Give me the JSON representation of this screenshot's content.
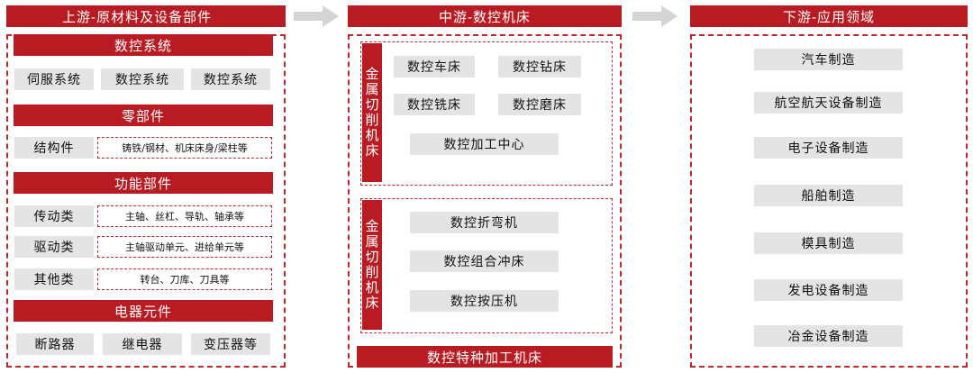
{
  "upstream": {
    "title": "上游-原材料及设备部件",
    "cnc_system": {
      "title": "数控系统",
      "items": [
        "伺服系统",
        "数控系统",
        "数控系统"
      ]
    },
    "parts": {
      "title": "零部件",
      "rows": [
        {
          "label": "结构件",
          "detail": "铸铁/钢材、机床床身/梁柱等"
        }
      ]
    },
    "functional_parts": {
      "title": "功能部件",
      "rows": [
        {
          "label": "传动类",
          "detail": "主轴、丝杠、导轨、轴承等"
        },
        {
          "label": "驱动类",
          "detail": "主轴驱动单元、进给单元等"
        },
        {
          "label": "其他类",
          "detail": "转台、刀库、刀具等"
        }
      ]
    },
    "electrical": {
      "title": "电器元件",
      "items": [
        "断路器",
        "继电器",
        "变压器等"
      ]
    }
  },
  "midstream": {
    "title": "中游-数控机床",
    "group1": {
      "label": "金属切削机床",
      "items": [
        "数控车床",
        "数控钻床",
        "数控铣床",
        "数控磨床",
        "数控加工中心"
      ]
    },
    "group2": {
      "label": "金属切削机床",
      "items": [
        "数控折弯机",
        "数控组合冲床",
        "数控按压机"
      ]
    },
    "special": "数控特种加工机床"
  },
  "downstream": {
    "title": "下游-应用领域",
    "items": [
      "汽车制造",
      "航空航天设备制造",
      "电子设备制造",
      "船舶制造",
      "模具制造",
      "发电设备制造",
      "冶金设备制造"
    ]
  }
}
